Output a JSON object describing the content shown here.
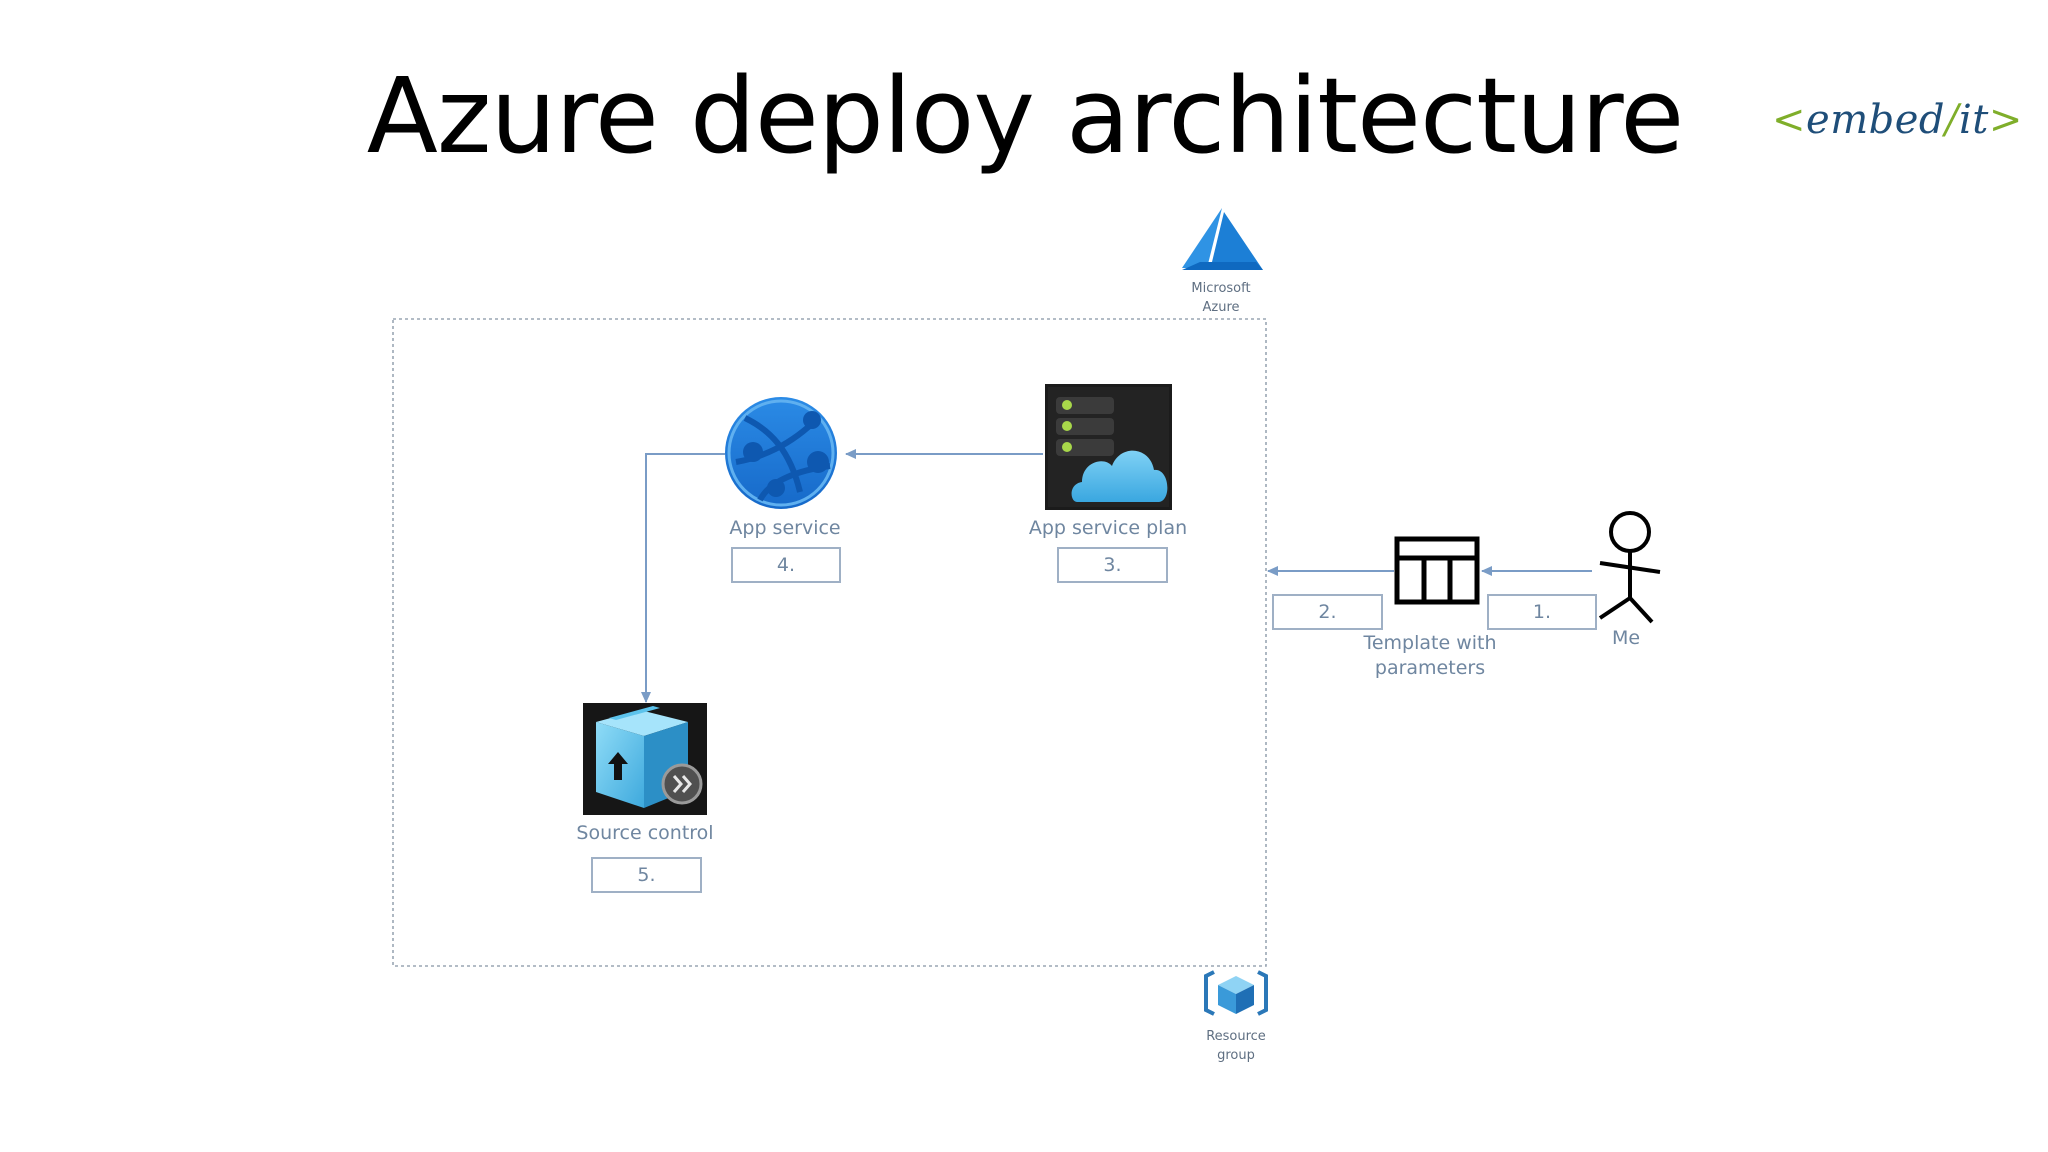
{
  "slide": {
    "title": "Azure deploy architecture"
  },
  "logo": {
    "open": "<",
    "word1": "embed",
    "slash": "/",
    "word2": "it",
    "close": ">",
    "colors": {
      "accent": "#7fae2a",
      "text": "#1f4e79"
    }
  },
  "diagram": {
    "azure": {
      "line1": "Microsoft",
      "line2": "Azure",
      "icon": "azure-logo-icon"
    },
    "resource_group": {
      "line1": "Resource",
      "line2": "group",
      "icon": "resource-group-icon"
    },
    "nodes": {
      "app_service": {
        "label": "App service",
        "step": "4.",
        "icon": "globe-network-icon"
      },
      "app_service_plan": {
        "label": "App service plan",
        "step": "3.",
        "icon": "server-cloud-icon"
      },
      "source_control": {
        "label": "Source control",
        "step": "5.",
        "icon": "package-box-icon"
      },
      "template": {
        "line1": "Template with",
        "line2": "parameters",
        "step": "2.",
        "icon": "table-template-icon"
      },
      "me": {
        "label": "Me",
        "step": "1.",
        "icon": "stick-figure-icon"
      }
    },
    "colors": {
      "connector": "#7a9cc6",
      "frame": "#9aa6b4",
      "label": "#6f86a0",
      "azure_blue": "#1e8fd8"
    }
  }
}
